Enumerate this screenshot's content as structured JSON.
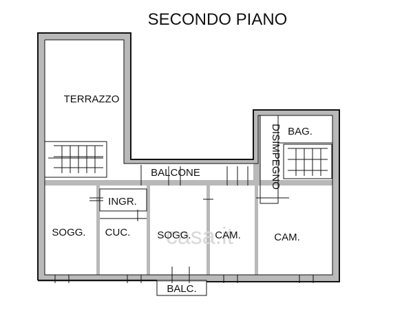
{
  "title": "SECONDO PIANO",
  "rooms": {
    "terrazzo": "TERRAZZO",
    "balcone": "BALCONE",
    "disimpegno": "DISIMPEGNO",
    "bagno": "BAG.",
    "ingresso": "INGR.",
    "soggiorno_left": "SOGG.",
    "cucina": "CUC.",
    "soggiorno_center": "SOGG.",
    "camera_center": "CAM.",
    "camera_right": "CAM.",
    "balcony_bottom": "BALC."
  },
  "watermark": "casa.it"
}
